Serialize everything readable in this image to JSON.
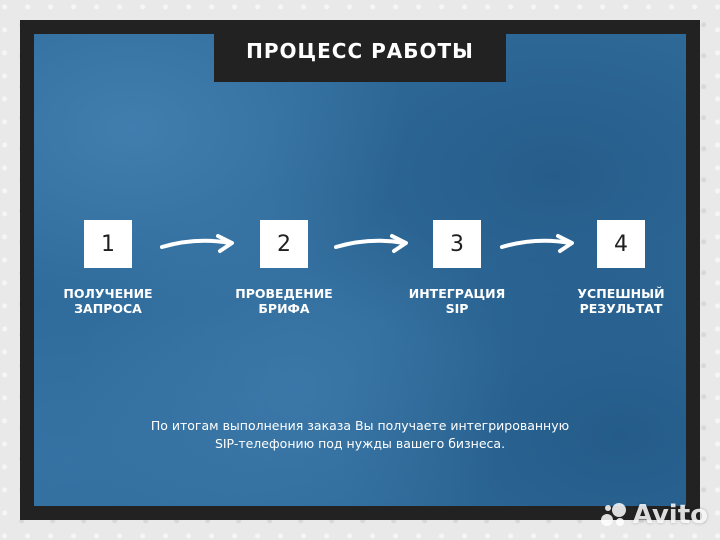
{
  "title": "ПРОЦЕСС РАБОТЫ",
  "steps": [
    {
      "num": "1",
      "line1": "ПОЛУЧЕНИЕ",
      "line2": "ЗАПРОСА"
    },
    {
      "num": "2",
      "line1": "ПРОВЕДЕНИЕ",
      "line2": "БРИФА"
    },
    {
      "num": "3",
      "line1": "ИНТЕГРАЦИЯ",
      "line2": "SIP"
    },
    {
      "num": "4",
      "line1": "УСПЕШНЫЙ",
      "line2": "РЕЗУЛЬТАТ"
    }
  ],
  "summary": {
    "line1": "По итогам выполнения заказа Вы получаете интегрированную",
    "line2": "SIP-телефонию под нужды вашего бизнеса."
  },
  "watermark": "Avito",
  "colors": {
    "panel": "#2f6b9a",
    "frame": "#222222",
    "text": "#ffffff"
  }
}
